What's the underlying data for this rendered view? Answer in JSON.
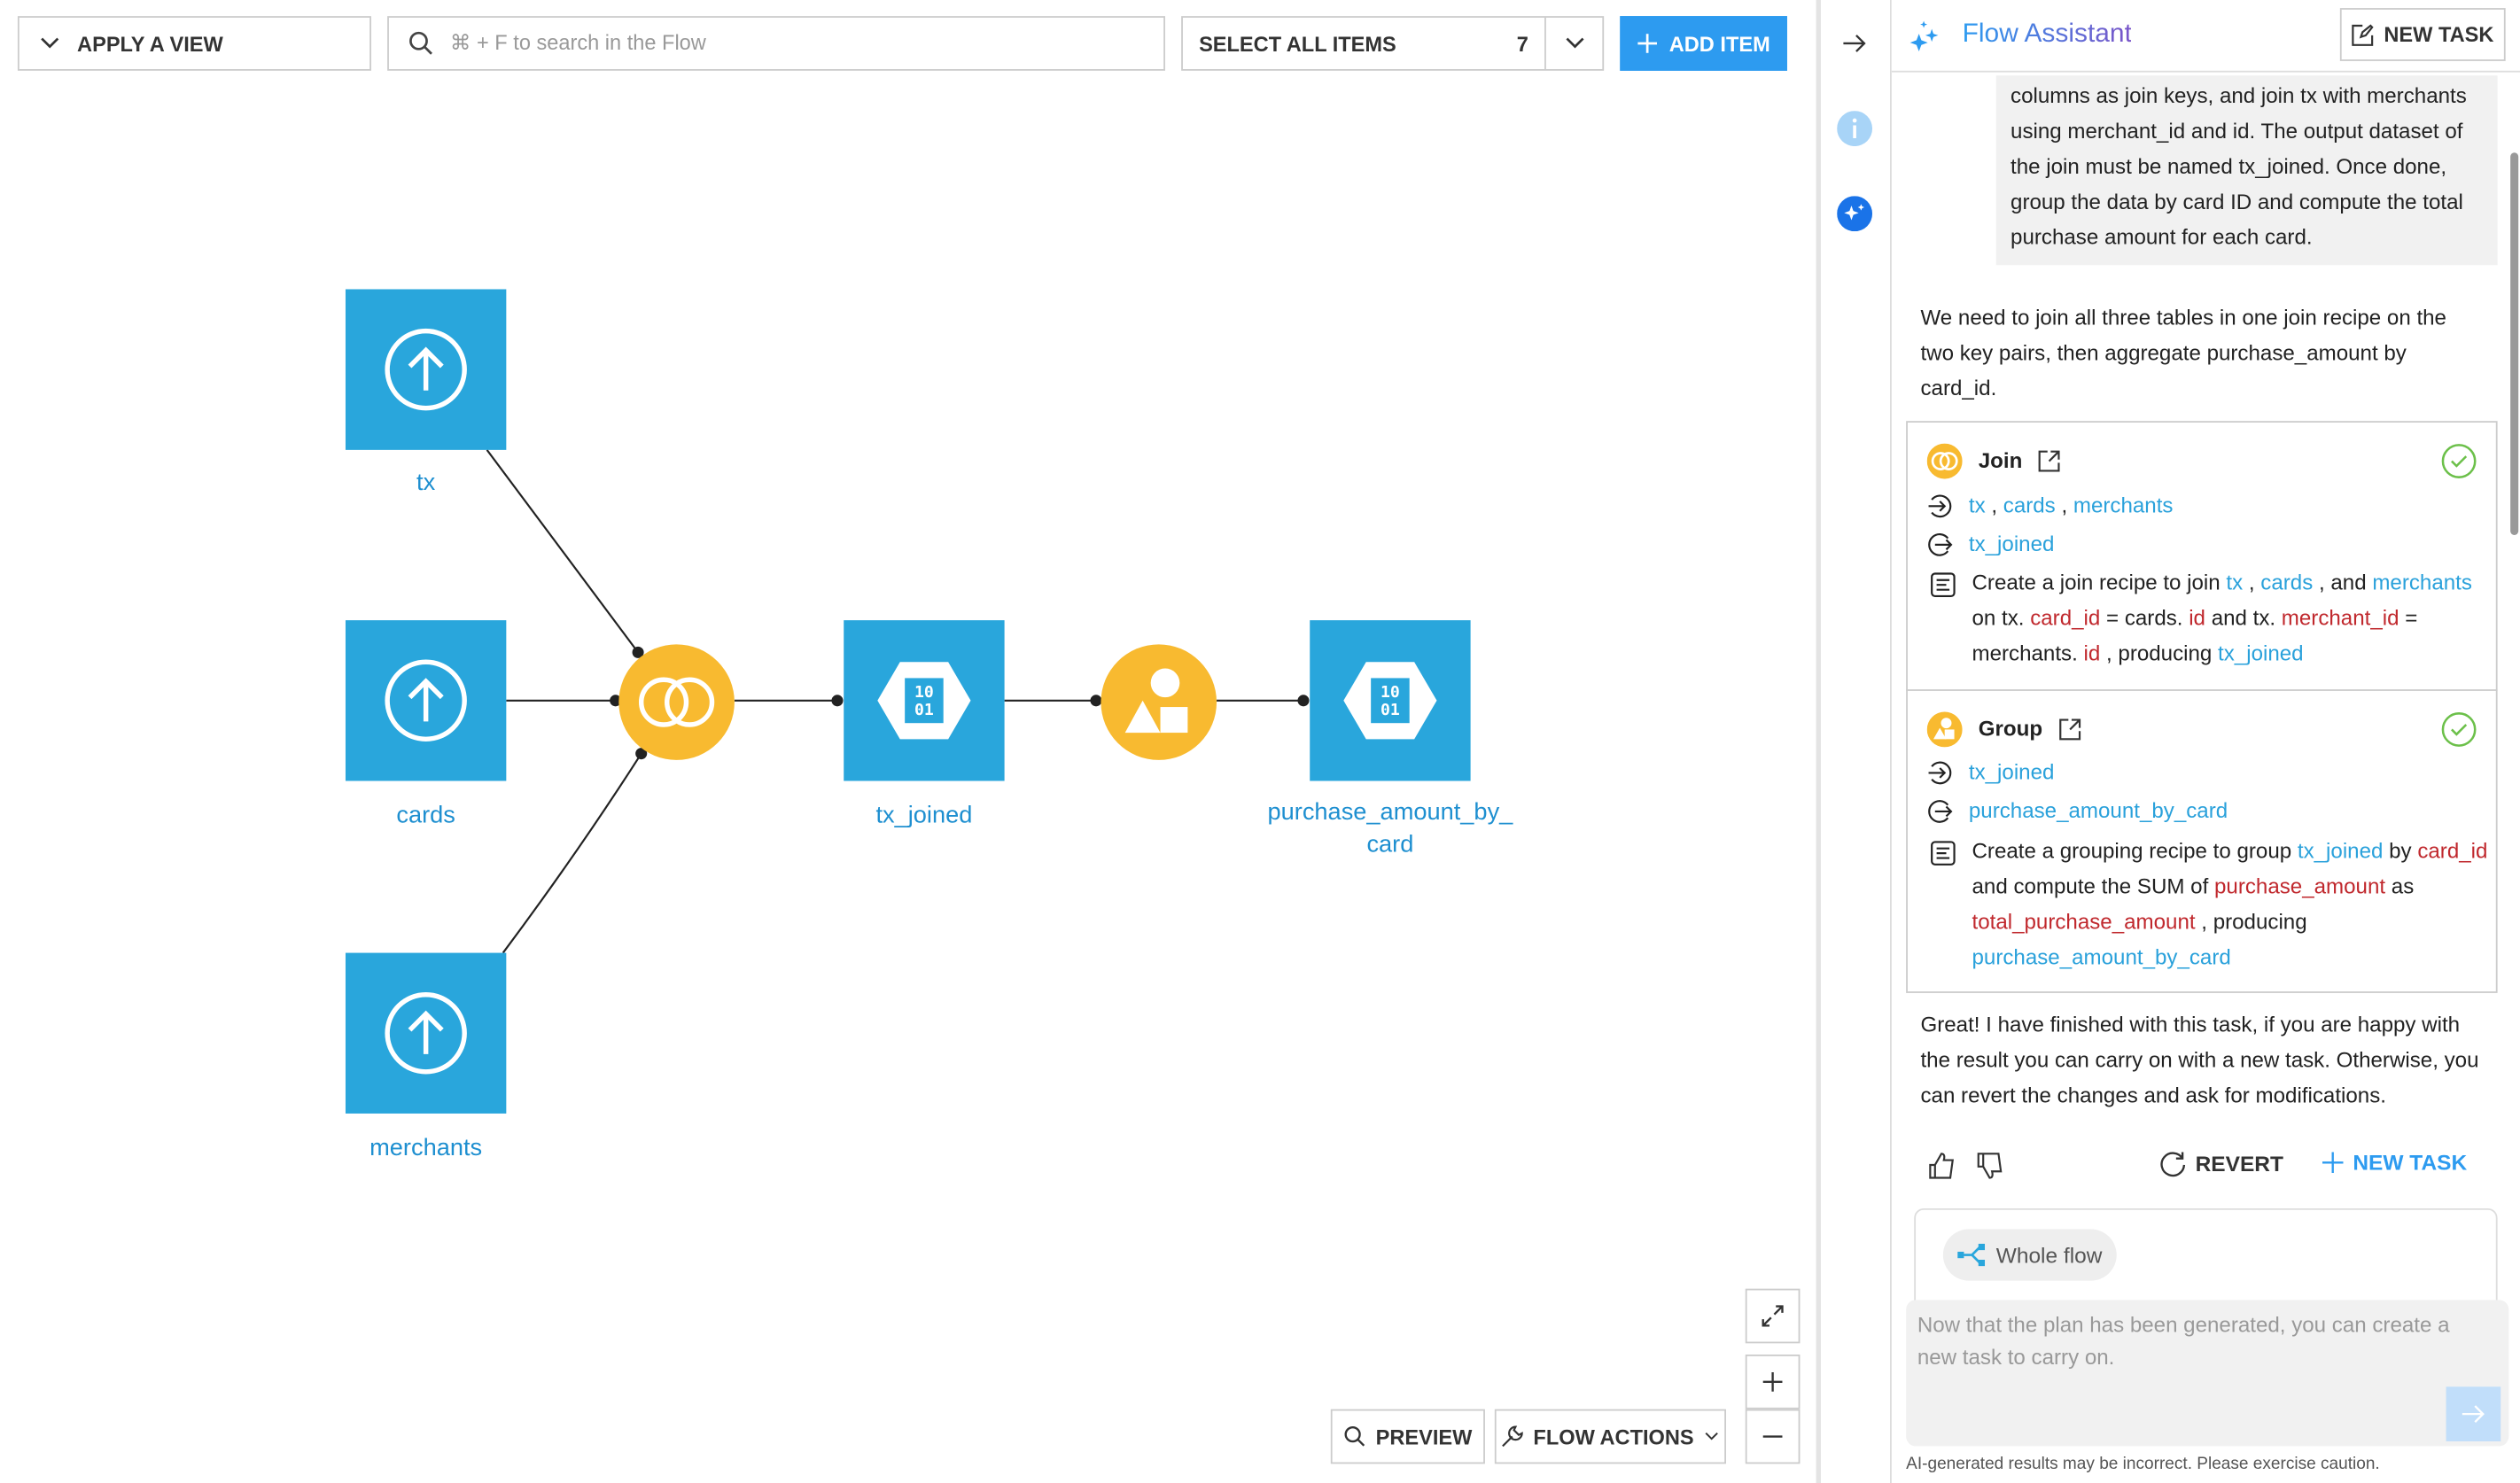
{
  "toolbar": {
    "apply_view": "APPLY A VIEW",
    "search_placeholder": "⌘ + F to search in the Flow",
    "select_all": "SELECT ALL ITEMS",
    "count": "7",
    "add_item": "ADD ITEM"
  },
  "flow": {
    "nodes": {
      "tx": "tx",
      "cards": "cards",
      "merchants": "merchants",
      "tx_joined": "tx_joined",
      "purchase": "purchase_amount_by_",
      "purchase2": "card"
    },
    "icon_text": "10\n01"
  },
  "bottom": {
    "preview": "PREVIEW",
    "flow_actions": "FLOW ACTIONS"
  },
  "assistant": {
    "title": "Flow Assistant",
    "new_task": "NEW TASK",
    "user_msg": [
      "columns as join keys, and join tx with merchants",
      "using merchant_id and id. The output dataset of",
      "the join must be named tx_joined. Once done,",
      "group the data by card ID and compute the total",
      "purchase amount for each card."
    ],
    "reply": "We need to join all three tables in one join recipe on the two key pairs, then aggregate purchase_amount by card_id.",
    "join": {
      "title": "Join",
      "inputs": [
        "tx",
        "cards",
        "merchants"
      ],
      "output": "tx_joined",
      "desc": {
        "a": "Create a join recipe to join ",
        "tx": "tx",
        "b": " , ",
        "cards": "cards",
        "c": " , and ",
        "merchants": "merchants",
        "d": " on tx. ",
        "card_id": "card_id",
        "e": " = cards. ",
        "id": "id",
        "f": " and tx. ",
        "merchant_id": "merchant_id",
        "g": " = merchants. ",
        "id2": "id",
        "h": " , producing ",
        "out": "tx_joined"
      }
    },
    "group": {
      "title": "Group",
      "input": "tx_joined",
      "output": "purchase_amount_by_card",
      "desc": {
        "a": "Create a grouping recipe to group ",
        "in": "tx_joined",
        "b": " by ",
        "card_id": "card_id",
        "c": " and compute the SUM of ",
        "pa": "purchase_amount",
        "d": " as ",
        "tpa": "total_purchase_amount",
        "e": " , producing ",
        "out": "purchase_amount_by_card"
      }
    },
    "finish": "Great! I have finished with this task, if you are happy with the result you can carry on with a new task. Otherwise, you can revert the changes and ask for modifications.",
    "revert": "REVERT",
    "new_task2": "NEW TASK",
    "scope": "Whole flow",
    "input_placeholder": "Now that the plan has been generated, you can create a new task to carry on.",
    "disclaimer": "AI-generated results may be incorrect. Please exercise caution."
  },
  "colors": {
    "accent": "#2d9bf0",
    "dataset": "#29a6dc",
    "recipe": "#f8ba30",
    "column": "#c0282d",
    "success": "#6cc04a"
  }
}
